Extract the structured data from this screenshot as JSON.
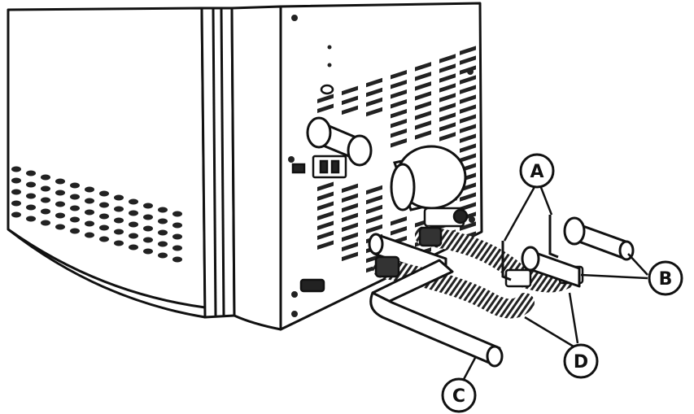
{
  "diagram": {
    "colors": {
      "ink": "#111111",
      "panel": "#ffffff",
      "hose": "#333333"
    },
    "callouts": [
      {
        "id": "A",
        "label": "A"
      },
      {
        "id": "B",
        "label": "B"
      },
      {
        "id": "C",
        "label": "C"
      },
      {
        "id": "D",
        "label": "D"
      }
    ]
  }
}
